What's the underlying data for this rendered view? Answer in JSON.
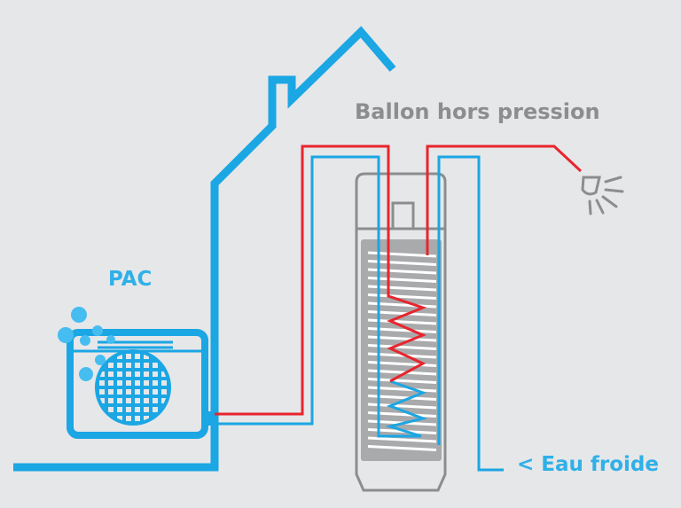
{
  "labels": {
    "tank": "Ballon hors pression",
    "heat_pump": "PAC",
    "cold_water": "< Eau froide"
  },
  "colors": {
    "background": "#e6e7e9",
    "blue": "#1ba6e4",
    "red": "#e8252d",
    "gray": "#8c8d8f",
    "light_blue": "#46bdf0"
  }
}
